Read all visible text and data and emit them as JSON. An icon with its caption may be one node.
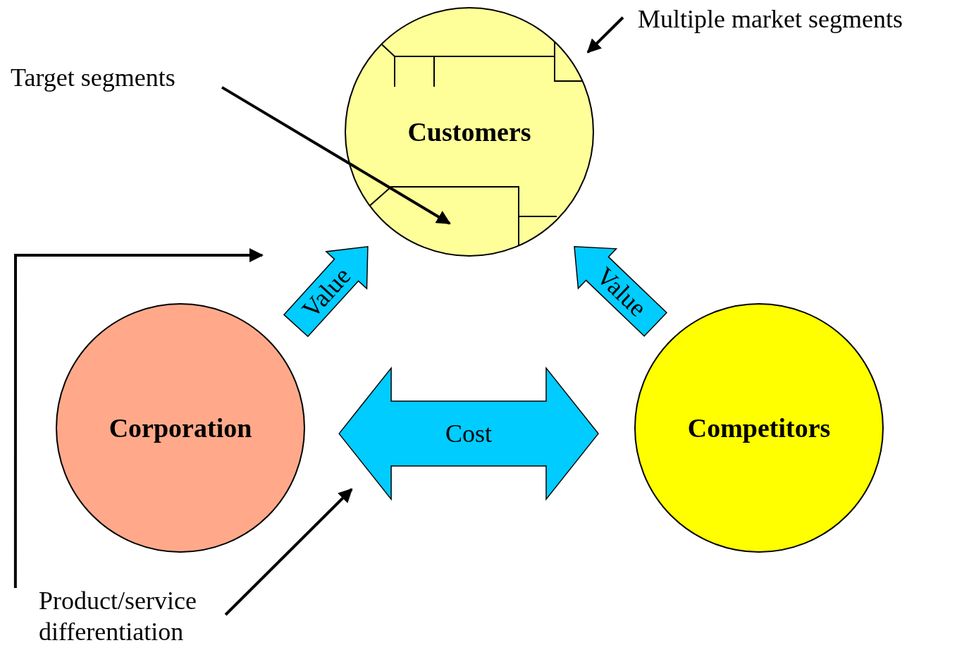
{
  "diagram": {
    "nodes": [
      {
        "text": [
          "Customers"
        ]
      },
      {
        "text": [
          "Corporation"
        ]
      },
      {
        "text": [
          "Competitors"
        ]
      },
      {
        "text": [
          "Target segments"
        ]
      },
      {
        "text": [
          "Multiple market segments"
        ]
      },
      {
        "text": [
          "Product/service differentiation"
        ]
      }
    ],
    "edges": [
      {
        "from": 3,
        "to": 0,
        "arrow": "to"
      },
      {
        "from": 4,
        "to": 0,
        "arrow": "to"
      },
      {
        "from": 5,
        "to": null,
        "arrow": "to"
      },
      {
        "from": 5,
        "to": null,
        "arrow": "to"
      },
      {
        "from": 1,
        "to": 0,
        "arrow": "to",
        "label": "Value",
        "style": "thick",
        "color": "#00ccff"
      },
      {
        "from": 2,
        "to": 0,
        "arrow": "to",
        "label": "Value",
        "style": "thick",
        "color": "#00ccff"
      },
      {
        "from": 1,
        "to": 2,
        "arrow": "both",
        "label": "Cost",
        "style": "thick",
        "color": "#00ccff"
      }
    ]
  }
}
